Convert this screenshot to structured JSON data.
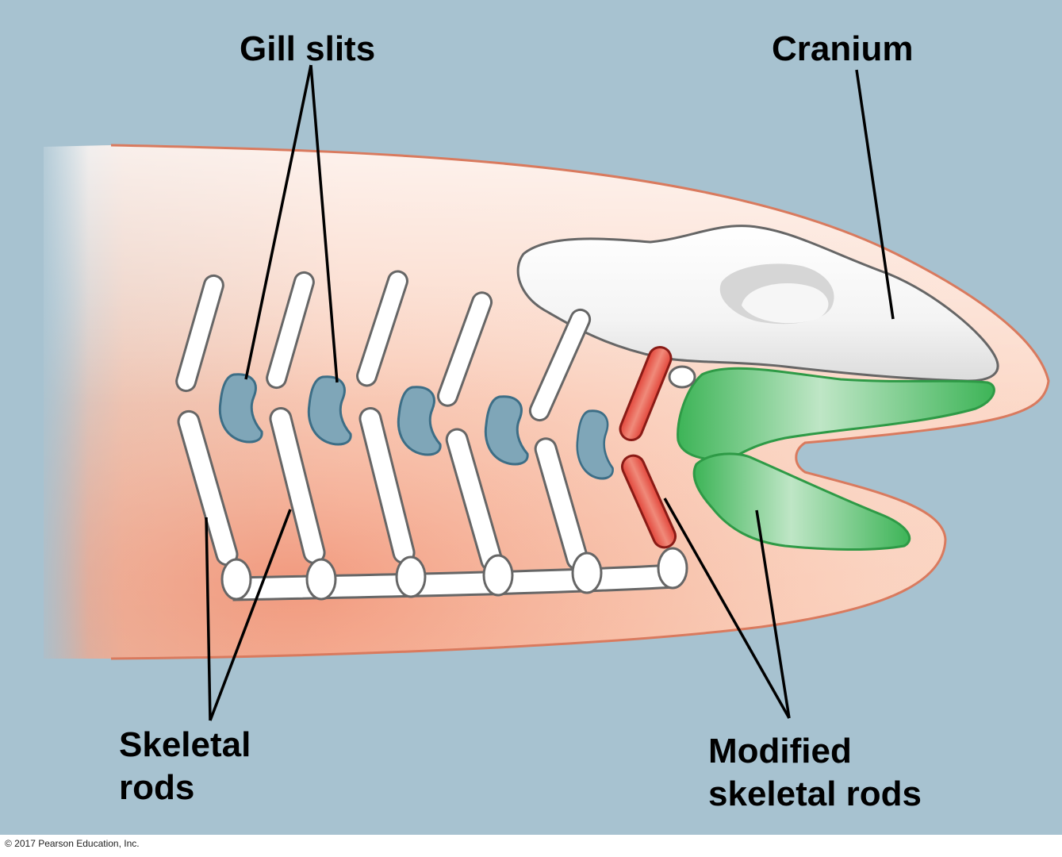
{
  "figure": {
    "labels": {
      "gill_slits": "Gill slits",
      "cranium": "Cranium",
      "skeletal_rods_line1": "Skeletal",
      "skeletal_rods_line2": "rods",
      "modified_line1": "Modified",
      "modified_line2": "skeletal rods"
    },
    "copyright": "© 2017 Pearson Education, Inc."
  },
  "colors": {
    "background": "#a7c2d0",
    "body": "#f7c3ac",
    "body_deep": "#f09a7c",
    "outline": "#d97a5e",
    "gill_slit": "#7fa6b8",
    "modified_rod": "#e2453a",
    "jaw": "#4dbb63",
    "cranium": "#f2f2f2"
  }
}
